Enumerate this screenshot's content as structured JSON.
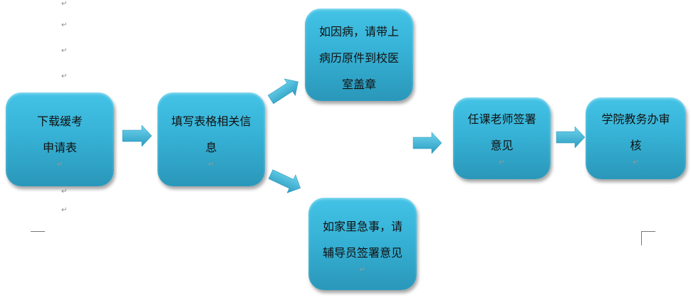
{
  "return_mark": "↵",
  "steps": [
    {
      "lines": [
        "下载缓考",
        "申请表"
      ]
    },
    {
      "lines": [
        "填写表格相关信",
        "息"
      ]
    },
    {
      "lines": [
        "如因病，请带上",
        "病历原件到校医",
        "室盖章"
      ]
    },
    {
      "lines": [
        "如家里急事，请",
        "辅导员签署意见"
      ]
    },
    {
      "lines": [
        "任课老师签署",
        "意见"
      ]
    },
    {
      "lines": [
        "学院教务办审",
        "核"
      ]
    }
  ],
  "colors": {
    "box": "#36b2d6",
    "arrow": "#3bb8dc"
  }
}
